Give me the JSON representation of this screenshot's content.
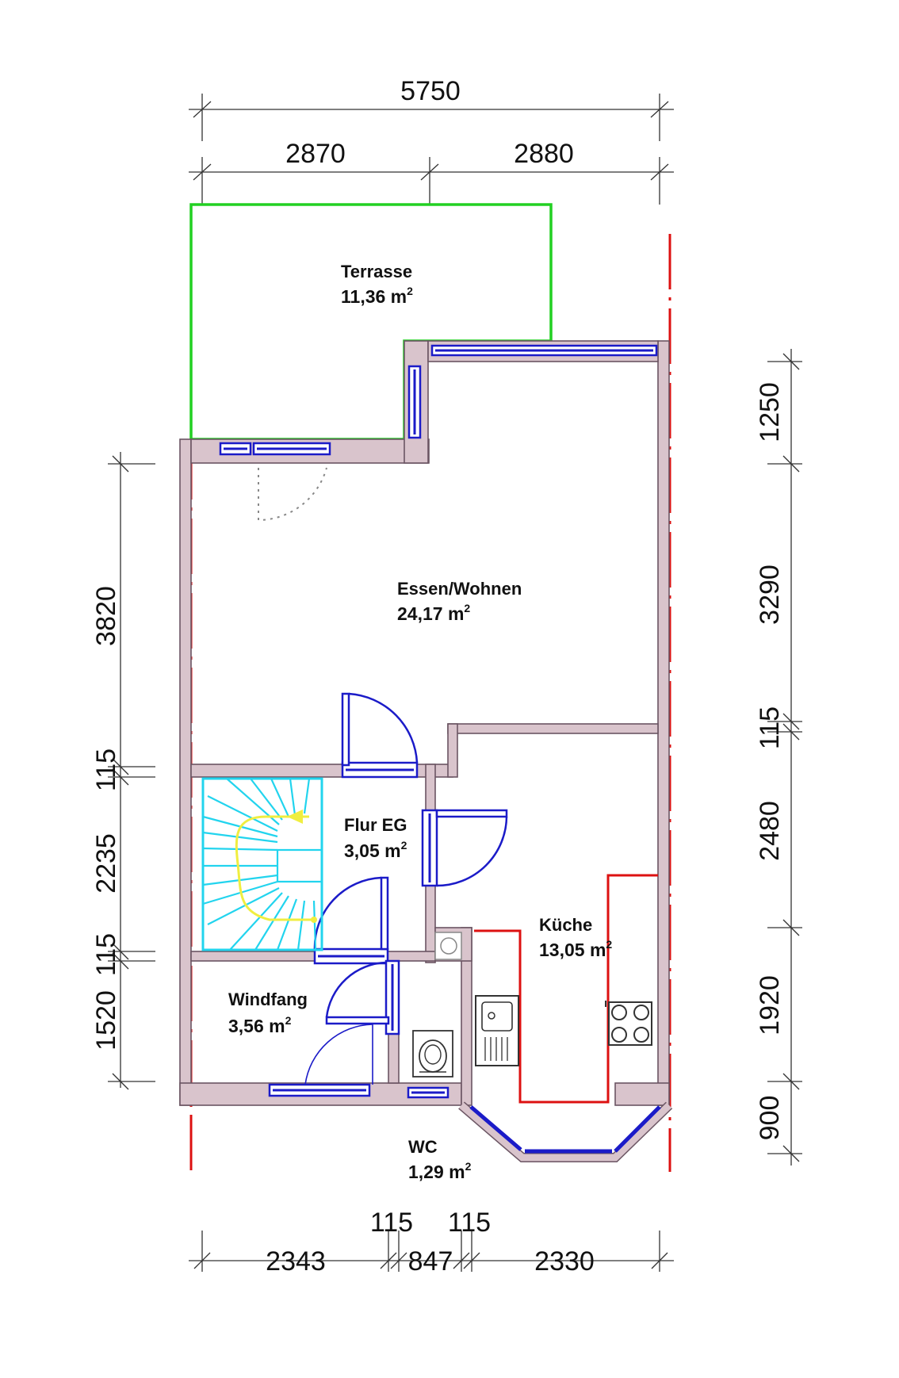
{
  "colors": {
    "wall_fill": "#d9c4cc",
    "wall_stroke": "#6b5563",
    "terrace_outline": "#22d022",
    "axis_line": "#dd1111",
    "window_door": "#1b1bc8",
    "stair": "#22d4ee",
    "stair_path": "#f0ee40",
    "kitchen_counter": "#dd1111",
    "dimension_line": "#333333"
  },
  "dimensions": {
    "top_total": "5750",
    "top_left": "2870",
    "top_right": "2880",
    "left": [
      "3820",
      "115",
      "2235",
      "115",
      "1520"
    ],
    "right": [
      "1250",
      "3290",
      "115",
      "2480",
      "1920",
      "900"
    ],
    "bottom_upper": [
      "115",
      "115"
    ],
    "bottom_lower": [
      "2343",
      "847",
      "2330"
    ]
  },
  "rooms": [
    {
      "name": "Terrasse",
      "area": "11,36 m",
      "unit_sup": "2"
    },
    {
      "name": "Essen/Wohnen",
      "area": "24,17 m",
      "unit_sup": "2"
    },
    {
      "name": "Flur EG",
      "area": "3,05 m",
      "unit_sup": "2"
    },
    {
      "name": "Küche",
      "area": "13,05 m",
      "unit_sup": "2"
    },
    {
      "name": "Windfang",
      "area": "3,56 m",
      "unit_sup": "2"
    },
    {
      "name": "WC",
      "area": "1,29 m",
      "unit_sup": "2"
    }
  ]
}
